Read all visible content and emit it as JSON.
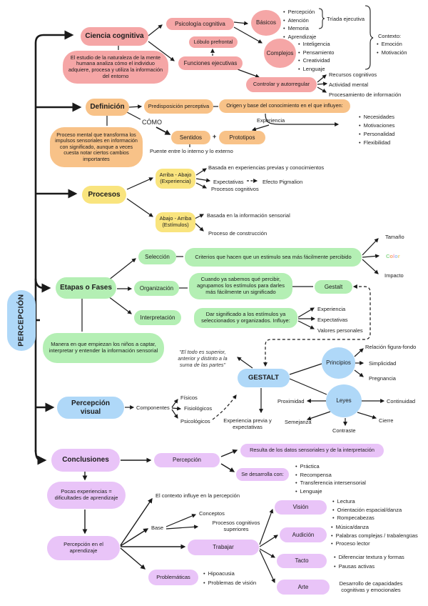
{
  "palette": {
    "pink": "#F5A6A6",
    "orange": "#F8C288",
    "yellow": "#F9E47E",
    "green": "#B4EFB4",
    "blue": "#AFD8F8",
    "violet": "#E9C4F8",
    "line": "#1a1a1a"
  },
  "root": {
    "label": "PERCEPCIÓN"
  },
  "ciencia": {
    "label": "Ciencia cognitiva",
    "desc": "El estudio de la naturaleza de la mente humana analiza cómo el individuo adquiere, procesa y utiliza la información del entorno",
    "psicologia": "Psicología cognitiva",
    "lobulo": "Lóbulo prefrontal",
    "funciones": "Funciones ejecutivas",
    "basicos": {
      "label": "Básicos",
      "items": [
        "Percepción",
        "Atención",
        "Memoria",
        "Aprendizaje"
      ],
      "bracket": "Tríada ejecutiva"
    },
    "complejos": {
      "label": "Complejos",
      "items": [
        "Inteligencia",
        "Pensamiento",
        "Creatividad",
        "Lenguaje"
      ]
    },
    "contexto": {
      "label": "Contexto:",
      "items": [
        "Emoción",
        "Motivación"
      ]
    },
    "controlar": {
      "label": "Controlar y autorregular",
      "items": [
        "Recursos cognitivos",
        "Actividad mental",
        "Procesamiento de información"
      ]
    }
  },
  "definicion": {
    "label": "Definición",
    "desc": "Proceso mental que transforma los impulsos sensoriales en información con significado, aunque a veces cuesta notar ciertos cambios importantes",
    "predisposicion": "Predisposición perceptiva",
    "origen": "Origen y base del conocimiento en el que influyen:",
    "origen_items": [
      "Necesidades",
      "Motivaciones",
      "Personalidad",
      "Flexibilidad"
    ],
    "como": "CÓMO",
    "sentidos": "Sentidos",
    "plus": "+",
    "prototipos": "Prototipos",
    "experiencia": "Experiencia",
    "puente": "Puente entre lo interno y lo externo"
  },
  "procesos": {
    "label": "Procesos",
    "arriba": "Arriba - Abajo (Experiencia)",
    "arriba_items": [
      "Basada en experiencias previas y conocimientos",
      "Expectativas",
      "Procesos cognitivos"
    ],
    "efecto": "Efecto Pigmalion",
    "abajo": "Abajo - Arriba (Estímulos)",
    "abajo_items": [
      "Basada en la información sensorial",
      "Proceso de construcción"
    ]
  },
  "etapas": {
    "label": "Etapas o Fases",
    "seleccion": {
      "label": "Selección",
      "desc": "Criterios que hacen que un estimulo sea más fácilmente percibido",
      "tamano": "Tamaño",
      "impacto": "Impacto",
      "color_word": {
        "letters": [
          {
            "ch": "C",
            "color": "#8FD98F"
          },
          {
            "ch": "o",
            "color": "#F5A86F"
          },
          {
            "ch": "l",
            "color": "#F5A3C8"
          },
          {
            "ch": "o",
            "color": "#9FC4F0"
          },
          {
            "ch": "r",
            "color": "#EDD277"
          }
        ]
      }
    },
    "organizacion": {
      "label": "Organización",
      "desc": "Cuando ya sabemos qué percibir, agrupamos los estímulos para darles más fácilmente un significado",
      "gestalt": "Gestalt"
    },
    "interpretacion": {
      "label": "Interpretación",
      "desc": "Dar significado a los estímulos ya seleccionados y organizados. Influye:",
      "items": [
        "Experiencia",
        "Expectativas",
        "Valores personales"
      ]
    },
    "ninos": "Manera en que empiezan los niños a captar, interpretar y entender la información sensorial"
  },
  "gestalt": {
    "quote": "\"El todo es superior, anterior y distinto a la suma de las partes\"",
    "label": "GESTALT",
    "principios": {
      "label": "Principios",
      "items": [
        "Relación figura-fondo",
        "Simplicidad",
        "Pregnancia"
      ]
    },
    "leyes": {
      "label": "Leyes",
      "items": [
        "Proximidad",
        "Continuidad",
        "Semejanza",
        "Cierre",
        "Contraste"
      ]
    },
    "experiencia": "Experiencia previa y expectativas"
  },
  "visual": {
    "label": "Percepción visual",
    "componentes": "Componentes",
    "items": [
      "Físicos",
      "Fisiológicos",
      "Psicológicos"
    ]
  },
  "conclusiones": {
    "label": "Conclusiones",
    "percepcion": "Percepción",
    "resulta": "Resulta de los datos sensoriales y de la interpretación",
    "desarrolla": "Se desarrolla con:",
    "desarrolla_items": [
      "Práctica",
      "Recompensa",
      "Transferencia intersensorial",
      "Lenguaje"
    ],
    "pocas": "Pocas experiencias = dificultades de aprendizaje",
    "aprendizaje": "Percepción en el aprendizaje",
    "contexto": "El contexto influye en la percepción",
    "base": {
      "label": "Base",
      "items": [
        "Conceptos",
        "Procesos cognitivos superiores"
      ]
    },
    "trabajar": "Trabajar",
    "vision": {
      "label": "Visión",
      "items": [
        "Lectura",
        "Orientación espacial/danza",
        "Rompecabezas"
      ]
    },
    "audicion": {
      "label": "Audición",
      "items": [
        "Música/danza",
        "Palabras complejas / trabalengüas",
        "Proceso lector"
      ]
    },
    "tacto": {
      "label": "Tacto",
      "items": [
        "Diferenciar textura y formas",
        "Pausas activas"
      ]
    },
    "arte": {
      "label": "Arte",
      "desc": "Desarrollo de capacidades cognitivas y emocionales"
    },
    "problematicas": {
      "label": "Problemáticas",
      "items": [
        "Hipoacusia",
        "Problemas de visión"
      ]
    }
  }
}
